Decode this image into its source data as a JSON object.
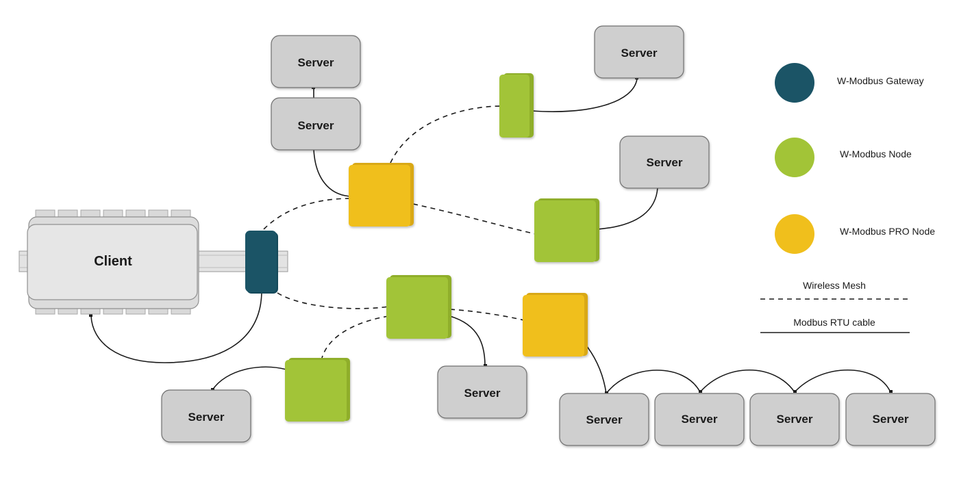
{
  "client": {
    "label": "Client"
  },
  "server_label": "Server",
  "legend": {
    "gateway": "W-Modbus Gateway",
    "node": "W-Modbus Node",
    "pro_node": "W-Modbus PRO Node",
    "wireless_mesh": "Wireless Mesh",
    "rtu_cable": "Modbus RTU cable"
  },
  "colors": {
    "gateway": "#1b5466",
    "node": "#a2c437",
    "pro_node": "#f0bf1c",
    "server_fill": "#cfcfcf",
    "line": "#1a1a1a"
  }
}
